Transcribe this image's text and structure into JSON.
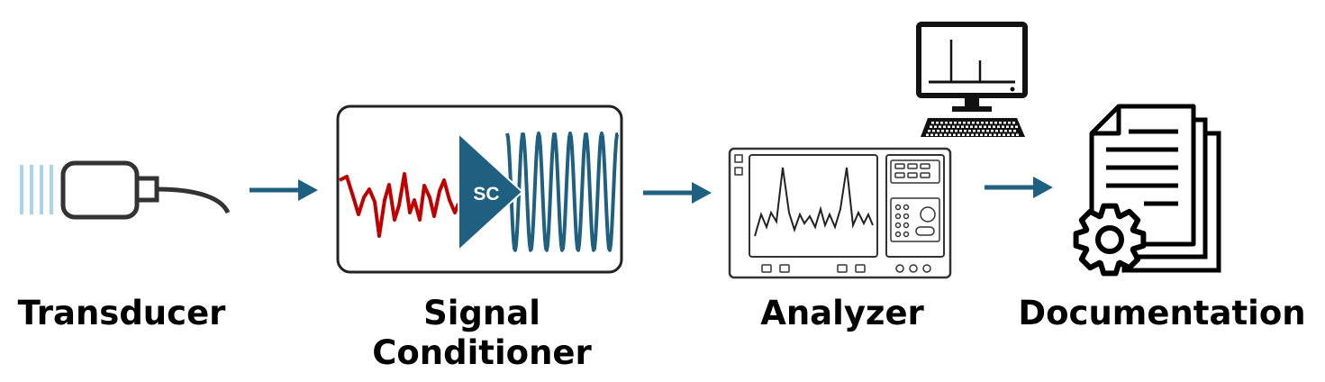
{
  "diagram": {
    "stages": [
      {
        "label": "Transducer"
      },
      {
        "label": "Signal",
        "label_line2": "Conditioner",
        "badge": "SC"
      },
      {
        "label": "Analyzer"
      },
      {
        "label": "Documentation"
      }
    ],
    "colors": {
      "arrow": "#1f5f80",
      "input_signal": "#c00000",
      "output_signal": "#1f5f80",
      "amplifier": "#1f5f80",
      "outline": "#333333",
      "sound_waves": "#a8d4ec"
    },
    "icons": [
      "transducer-icon",
      "signal-conditioner-icon",
      "analyzer-icon",
      "computer-icon",
      "documentation-icon",
      "gear-icon"
    ]
  }
}
